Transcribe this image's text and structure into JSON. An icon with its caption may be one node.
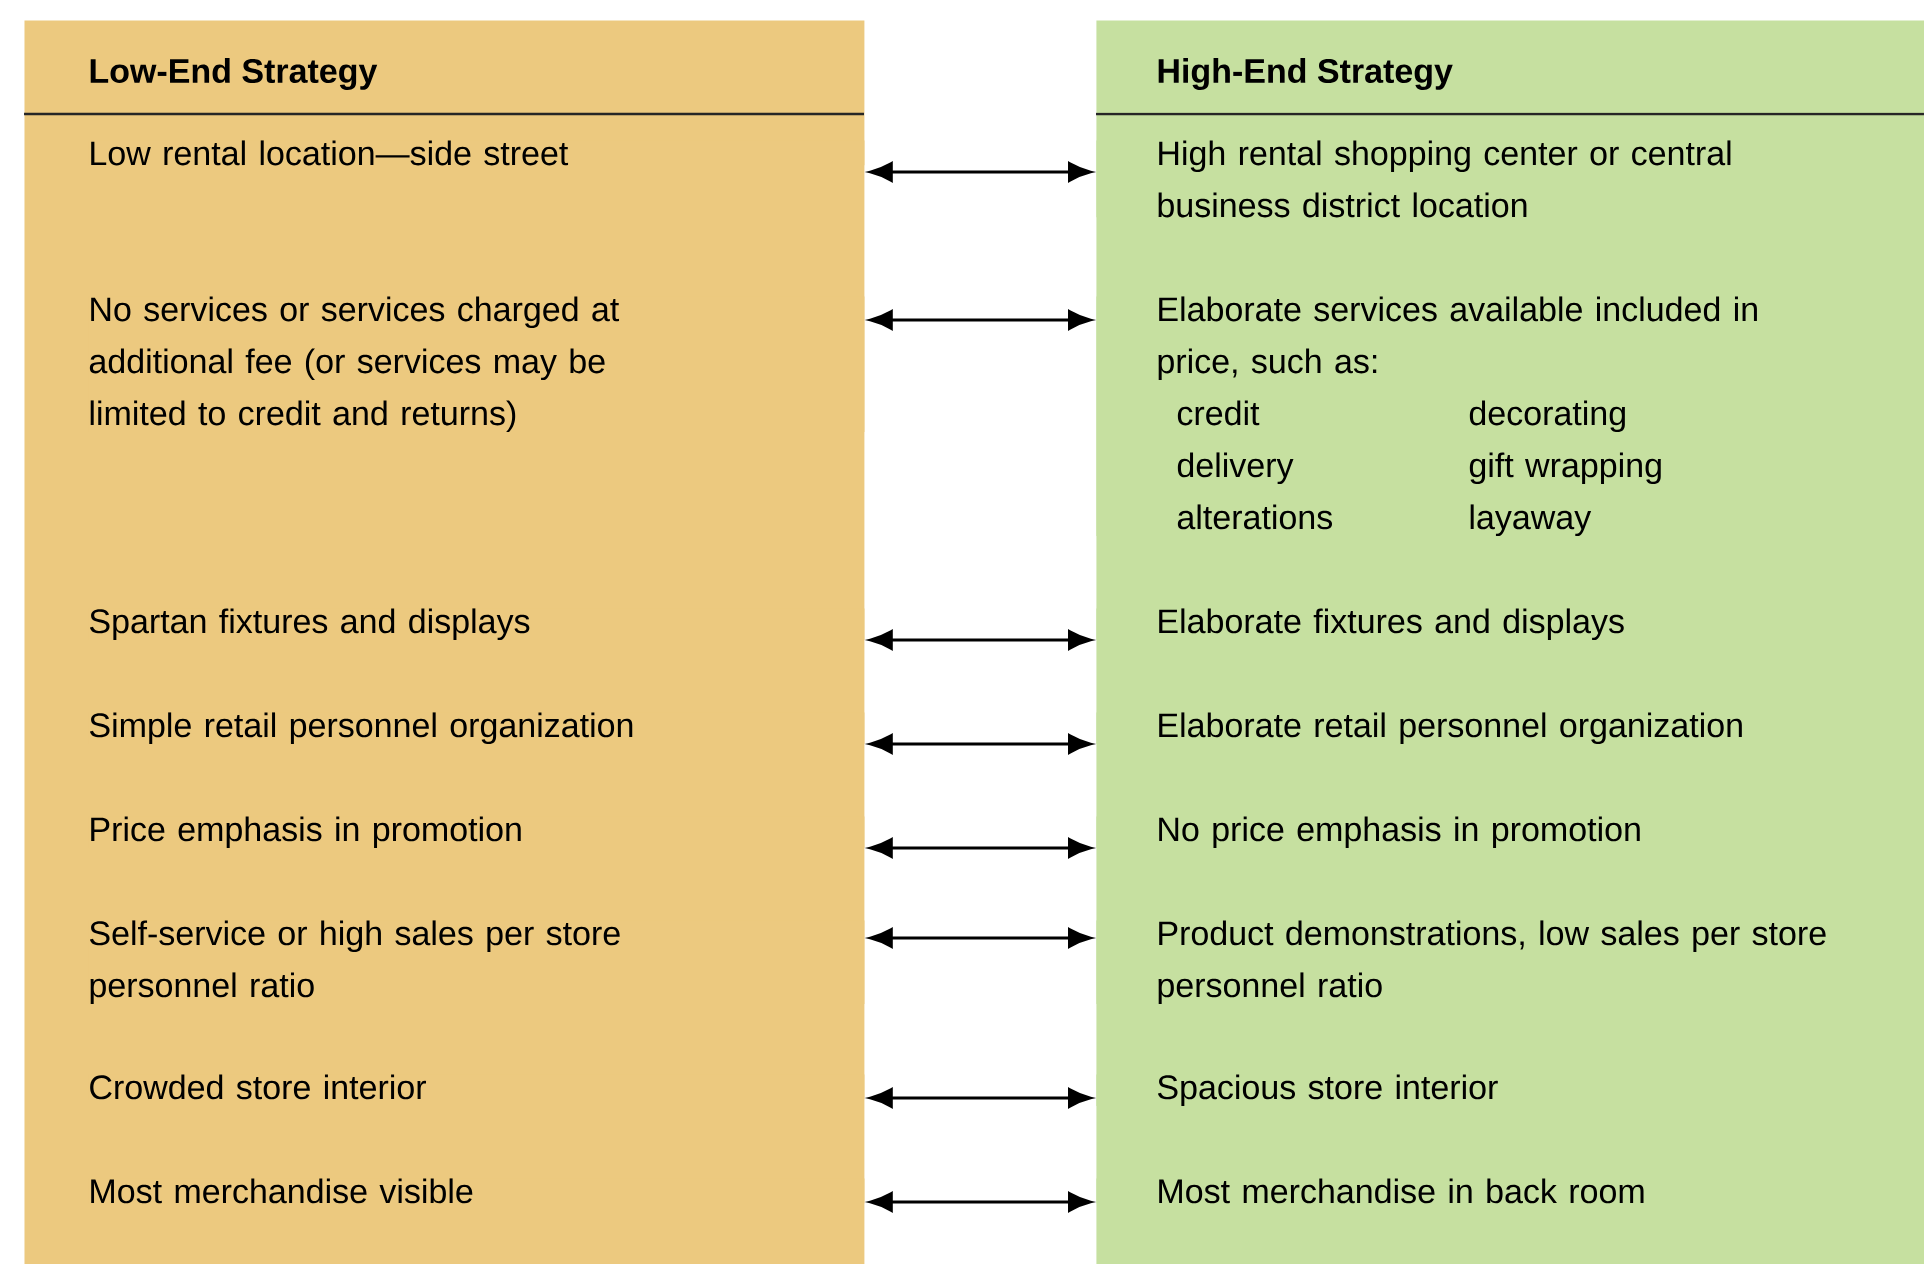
{
  "diagram": {
    "nodes": [
      {
        "text": [
          "Low-End Strategy"
        ]
      },
      {
        "text": [
          "Low rental location—side street"
        ],
        "in": 0
      },
      {
        "text": [
          "No services or services charged at additional fee (or services may be limited to credit and returns)"
        ],
        "in": 0
      },
      {
        "text": [
          "Spartan fixtures and displays"
        ],
        "in": 0
      },
      {
        "text": [
          "Simple retail personnel organization"
        ],
        "in": 0
      },
      {
        "text": [
          "Price emphasis in promotion"
        ],
        "in": 0
      },
      {
        "text": [
          "Self-service or high sales per store personnel ratio"
        ],
        "in": 0
      },
      {
        "text": [
          "Crowded store interior"
        ],
        "in": 0
      },
      {
        "text": [
          "Most merchandise visible"
        ],
        "in": 0
      },
      {
        "text": [
          "High-End Strategy"
        ]
      },
      {
        "text": [
          "High rental shopping center or central business district location"
        ],
        "in": 9
      },
      {
        "text": [
          "Elaborate services available included in price, such as:",
          "credit",
          "delivery",
          "alterations",
          "decorating",
          "gift wrapping",
          "layaway"
        ],
        "in": 9
      },
      {
        "text": [
          "Elaborate fixtures and displays"
        ],
        "in": 9
      },
      {
        "text": [
          "Elaborate retail personnel organization"
        ],
        "in": 9
      },
      {
        "text": [
          "No price emphasis in promotion"
        ],
        "in": 9
      },
      {
        "text": [
          "Product demonstrations, low sales per store personnel ratio"
        ],
        "in": 9
      },
      {
        "text": [
          "Spacious store interior"
        ],
        "in": 9
      },
      {
        "text": [
          "Most merchandise in back room"
        ],
        "in": 9
      }
    ],
    "edges": [
      {
        "from": 1,
        "to": 10,
        "arrow": "both"
      },
      {
        "from": 2,
        "to": 11,
        "arrow": "both"
      },
      {
        "from": 3,
        "to": 12,
        "arrow": "both"
      },
      {
        "from": 4,
        "to": 13,
        "arrow": "both"
      },
      {
        "from": 5,
        "to": 14,
        "arrow": "both"
      },
      {
        "from": 6,
        "to": 15,
        "arrow": "both"
      },
      {
        "from": 7,
        "to": 16,
        "arrow": "both"
      },
      {
        "from": 8,
        "to": 17,
        "arrow": "both"
      }
    ]
  }
}
